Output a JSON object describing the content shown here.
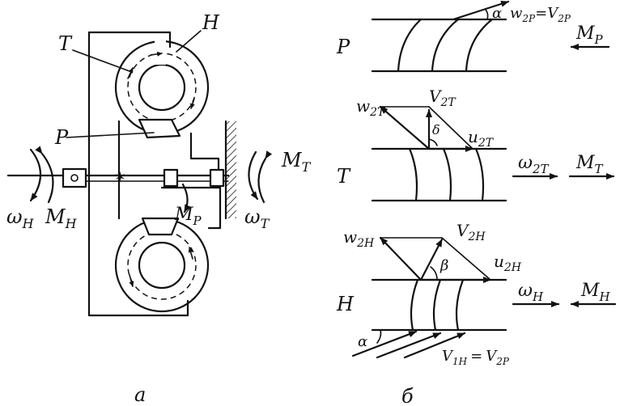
{
  "figure_a": {
    "caption": "а",
    "labels": {
      "turbine": "T",
      "pump": "H",
      "reactor": "P",
      "torque_pump": "M",
      "torque_pump_sub": "H",
      "omega_pump": "ω",
      "omega_pump_sub": "H",
      "torque_turbine": "M",
      "torque_turbine_sub": "T",
      "omega_turbine": "ω",
      "omega_turbine_sub": "T",
      "torque_reactor": "M",
      "torque_reactor_sub": "P"
    }
  },
  "figure_b": {
    "caption": "б",
    "rows": {
      "reactor": {
        "name": "P",
        "eq_w": "w",
        "eq_w_sub": "2P",
        "eq_eq": "=",
        "eq_v": "V",
        "eq_v_sub": "2P",
        "alpha": "α",
        "moment": "M",
        "moment_sub": "P"
      },
      "turbine": {
        "name": "T",
        "w": "w",
        "w_sub": "2T",
        "v": "V",
        "v_sub": "2T",
        "u": "u",
        "u_sub": "2T",
        "angle": "δ",
        "omega": "ω",
        "omega_sub": "2T",
        "moment": "M",
        "moment_sub": "T"
      },
      "pump": {
        "name": "H",
        "w": "w",
        "w_sub": "2H",
        "v": "V",
        "v_sub": "2H",
        "u": "u",
        "u_sub": "2H",
        "angle": "β",
        "omega": "ω",
        "omega_sub": "H",
        "moment": "M",
        "moment_sub": "H",
        "alpha": "α",
        "inlet_v": "V",
        "inlet_v_sub": "1H",
        "inlet_eq": "=",
        "inlet_v2": "V",
        "inlet_v2_sub": "2P"
      }
    }
  }
}
